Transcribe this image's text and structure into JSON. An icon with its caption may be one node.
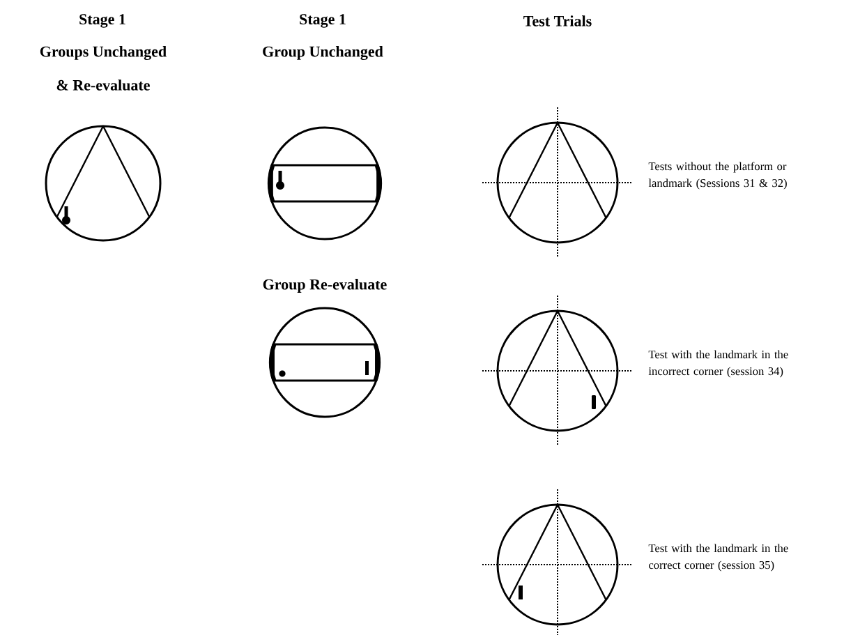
{
  "diagram": {
    "nodes": [
      {
        "text": [],
        "shape": "circle"
      },
      {
        "text": [],
        "shape": "circle"
      },
      {
        "text": [],
        "shape": "circle"
      },
      {
        "text": [],
        "shape": "circle",
        "beside": [
          "Tests without the platform or landmark (Sessions 31 & 32)"
        ]
      },
      {
        "text": [],
        "shape": "circle",
        "beside": [
          "Test with the landmark in the incorrect corner (session 34)"
        ]
      },
      {
        "text": [],
        "shape": "circle",
        "beside": [
          "Test with the landmark in the correct corner (session 35)"
        ]
      }
    ],
    "edges": [],
    "labels": [
      "Stage 1",
      "Stage 1",
      "Test Trials",
      "Groups Unchanged",
      "Group Unchanged",
      "& Re-evaluate",
      "Group Re-evaluate"
    ]
  }
}
